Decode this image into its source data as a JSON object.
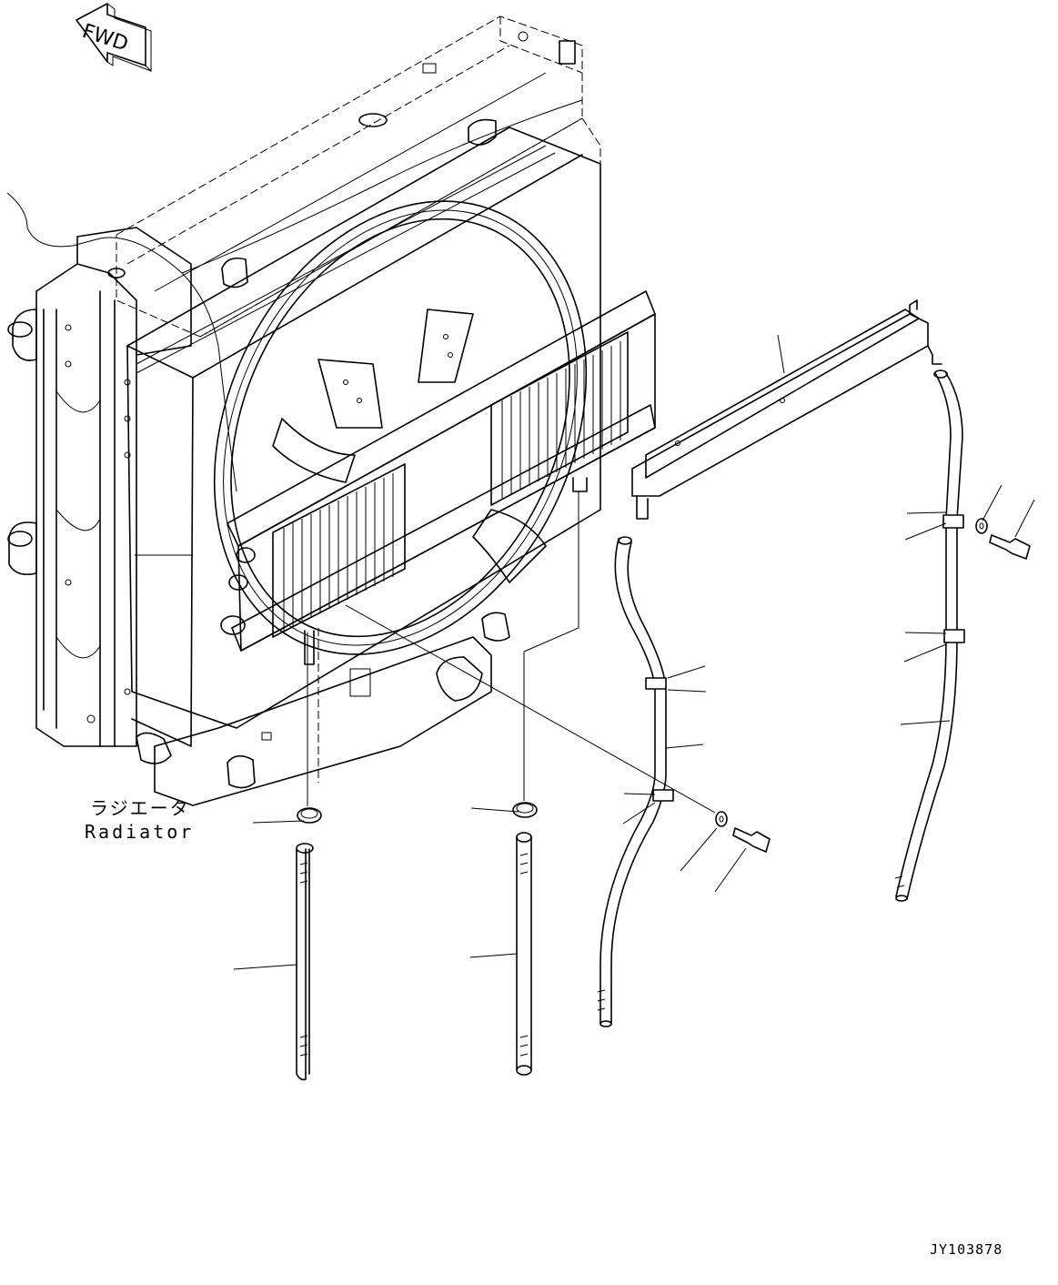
{
  "direction_indicator": {
    "label": "FWD",
    "icon": "forward-arrow-icon"
  },
  "callout": {
    "label_ja": "ラジエータ",
    "label_en": "Radiator"
  },
  "drawing_number": "JY103878",
  "colors": {
    "line": "#000000",
    "background": "#ffffff"
  }
}
